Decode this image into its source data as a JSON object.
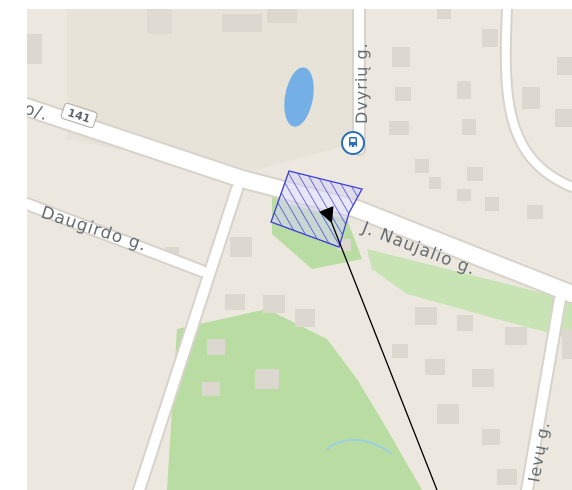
{
  "map": {
    "colors": {
      "land": "#ece8df",
      "road": "#ffffff",
      "road_casing": "#d7d3cb",
      "building": "#dcd8d0",
      "park": "#b9dca3",
      "water": "#74b0e6",
      "highlight_stroke": "#3b3fd6",
      "highlight_fill": "#d4d2f5",
      "arrow": "#000000"
    },
    "labels": {
      "street_partial_left": "o/.",
      "route_number": "141",
      "street_vertical": "Dvyrių g.",
      "street_daugirdo": "Daugirdo g.",
      "street_naujalio": "J. Naujalio g.",
      "street_bottom_right": "Ievų g."
    },
    "icons": {
      "poi": "bus-stop-icon"
    }
  }
}
